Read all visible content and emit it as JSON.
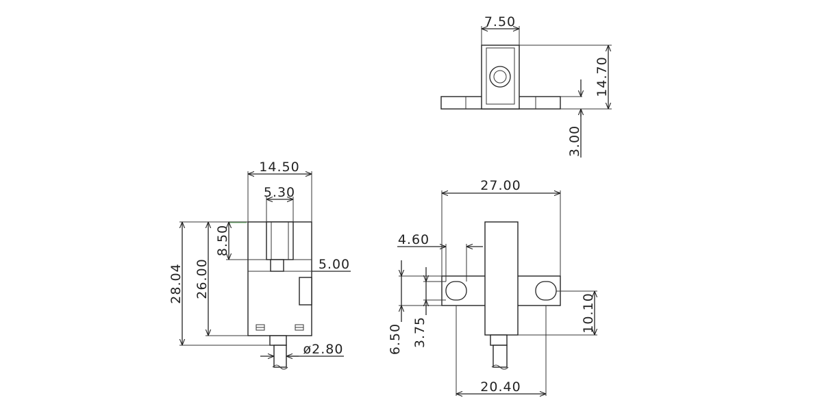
{
  "dimensions": {
    "top_width": "7.50",
    "top_height": "14.70",
    "top_flange": "3.00",
    "left_width": "14.50",
    "left_slot": "5.30",
    "left_slot_depth": "8.50",
    "left_total_height": "28.04",
    "left_body_height": "26.00",
    "left_side": "5.00",
    "left_pin_dia": "ø2.80",
    "right_total_width": "27.00",
    "right_hole": "4.60",
    "right_offset_a": "6.50",
    "right_offset_b": "3.75",
    "right_flange_height": "10.10",
    "right_hole_pitch": "20.40"
  }
}
